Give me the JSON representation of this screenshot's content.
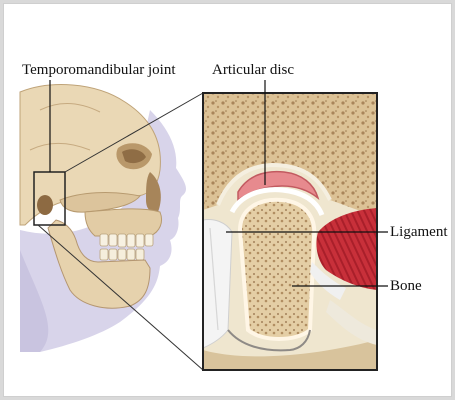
{
  "labels": {
    "tmj": "Temporomandibular joint",
    "disc": "Articular disc",
    "ligament": "Ligament",
    "bone": "Bone"
  },
  "colors": {
    "skull": "#e9d7b5",
    "skull_shadow": "#c9ad83",
    "face": "#dcd8ec",
    "inset_bg": "#f3ecd8",
    "bone_spongy": "#d9bf94",
    "disc": "#e6878a",
    "muscle": "#c8303a",
    "ligament": "#f2f2f2",
    "inset_border": "#222222"
  }
}
